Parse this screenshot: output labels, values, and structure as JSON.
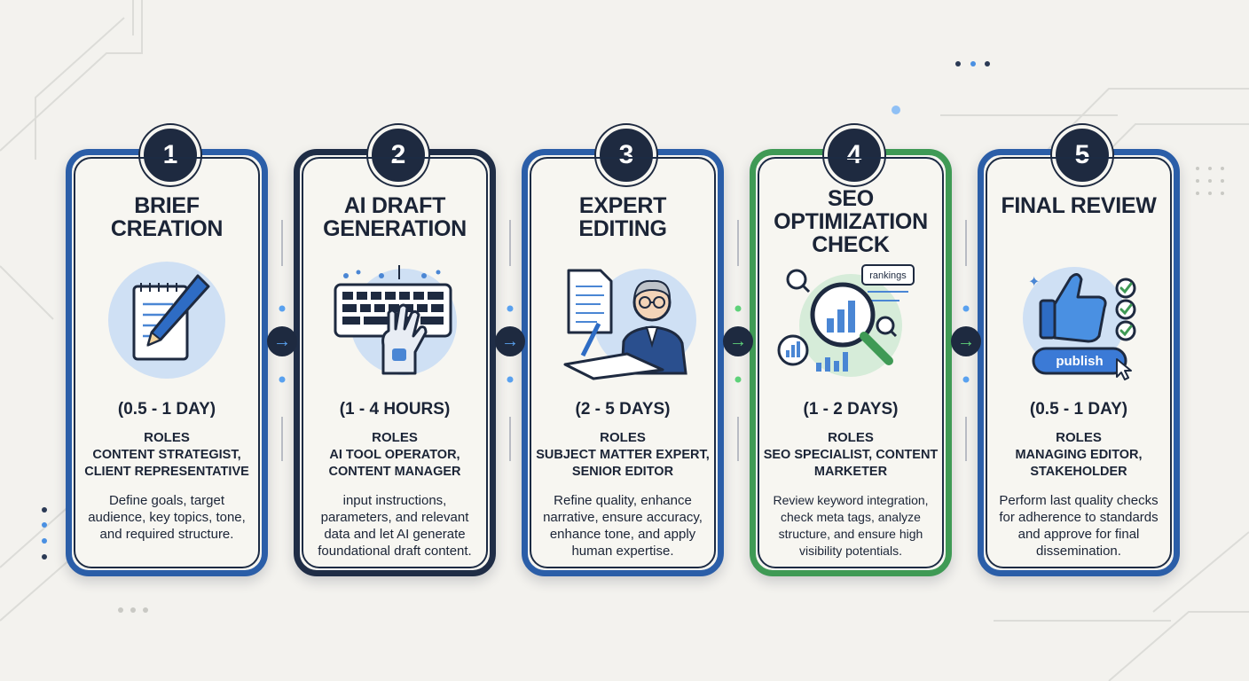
{
  "steps": [
    {
      "number": "1",
      "title": "BRIEF CREATION",
      "illustration": "notepad-pencil-icon",
      "duration": "(0.5 - 1 DAY)",
      "roles_heading": "ROLES",
      "roles": "CONTENT STRATEGIST, CLIENT REPRESENTATIVE",
      "description": "Define goals, target audience, key topics, tone, and required structure."
    },
    {
      "number": "2",
      "title": "AI DRAFT GENERATION",
      "illustration": "keyboard-robot-hand-icon",
      "duration": "(1 - 4 HOURS)",
      "roles_heading": "ROLES",
      "roles": "AI TOOL OPERATOR, CONTENT MANAGER",
      "description": "input instructions, parameters, and relevant data and let AI generate foundational draft content."
    },
    {
      "number": "3",
      "title": "EXPERT EDITING",
      "illustration": "expert-editor-icon",
      "duration": "(2 - 5 DAYS)",
      "roles_heading": "ROLES",
      "roles": "SUBJECT MATTER EXPERT, SENIOR EDITOR",
      "description": "Refine quality, enhance narrative, ensure accuracy, enhance tone, and apply human expertise."
    },
    {
      "number": "4",
      "title": "SEO OPTIMIZATION CHECK",
      "illustration": "magnifier-chart-icon",
      "illustration_label": "rankings",
      "duration": "(1 - 2 DAYS)",
      "roles_heading": "ROLES",
      "roles": "SEO SPECIALIST, CONTENT MARKETER",
      "description": "Review keyword integration, check meta tags, analyze structure, and ensure high visibility potentials."
    },
    {
      "number": "5",
      "title": "FINAL REVIEW",
      "illustration": "thumbs-up-publish-icon",
      "illustration_label": "publish",
      "duration": "(0.5 - 1 DAY)",
      "roles_heading": "ROLES",
      "roles": "MANAGING EDITOR, STAKEHOLDER",
      "description": "Perform last quality checks for adherence to standards and approve for final dissemination."
    }
  ],
  "connectors": [
    {
      "icon": "arrow-right-icon"
    },
    {
      "icon": "arrow-right-icon"
    },
    {
      "icon": "arrow-right-icon"
    },
    {
      "icon": "arrow-right-icon"
    }
  ],
  "colors": {
    "background": "#f3f2ee",
    "card": "#f7f6f1",
    "blue_frame": "#2b5ea8",
    "green_frame": "#3f9a55",
    "dark": "#1e2a40"
  }
}
